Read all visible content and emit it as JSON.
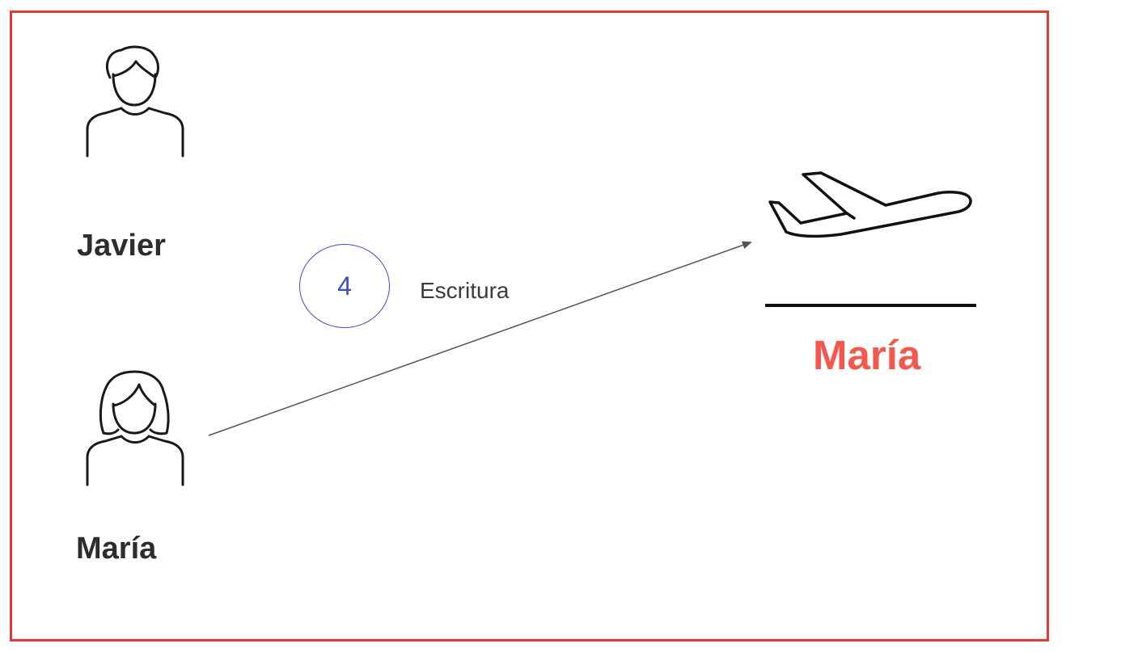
{
  "people": {
    "javier": {
      "name": "Javier",
      "icon": "man-icon"
    },
    "maria": {
      "name": "María",
      "icon": "woman-icon"
    }
  },
  "action": {
    "step_number": "4",
    "label": "Escritura"
  },
  "destination": {
    "icon": "airplane-icon",
    "slot_value": "María"
  },
  "colors": {
    "frame": "#e43a35",
    "highlight": "#f4574b",
    "step_circle": "#3e4dc1",
    "arrow": "#555555",
    "icon_stroke": "#1a1a1a"
  }
}
